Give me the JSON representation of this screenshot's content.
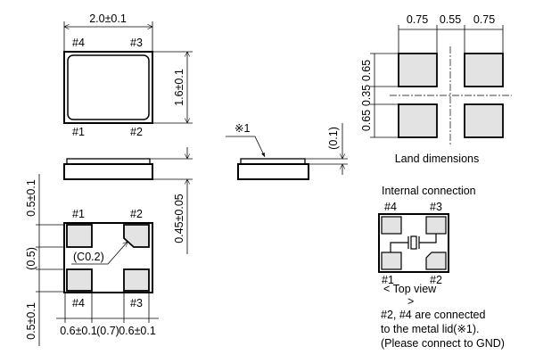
{
  "top_view": {
    "width_dim": "2.0±0.1",
    "height_dim": "1.6±0.1",
    "pins": {
      "p1": "#1",
      "p2": "#2",
      "p3": "#3",
      "p4": "#4"
    }
  },
  "side_view": {
    "height_dim": "0.45±0.05"
  },
  "bottom_view": {
    "pins": {
      "p1": "#1",
      "p2": "#2",
      "p3": "#3",
      "p4": "#4"
    },
    "chamfer": "(C0.2)",
    "left_dims": [
      "0.5±0.1",
      "(0.5)",
      "0.5±0.1"
    ],
    "bottom_dims": [
      "0.6±0.1",
      "(0.7)",
      "0.6±0.1"
    ]
  },
  "lid_view": {
    "note_mark": "※1",
    "lid_dim": "(0.1)"
  },
  "land": {
    "top_dims": [
      "0.75",
      "0.55",
      "0.75"
    ],
    "left_dims": [
      "0.65",
      "0.35",
      "0.65"
    ],
    "caption": "Land dimensions"
  },
  "internal": {
    "title": "Internal connection",
    "pins": {
      "p1": "#1",
      "p2": "#2",
      "p3": "#3",
      "p4": "#4"
    },
    "view_label": "< Top view",
    "view_label_end": ">",
    "notes": [
      "#2, #4 are connected",
      "to the metal lid(※1).",
      "(Please connect to GND)"
    ]
  }
}
